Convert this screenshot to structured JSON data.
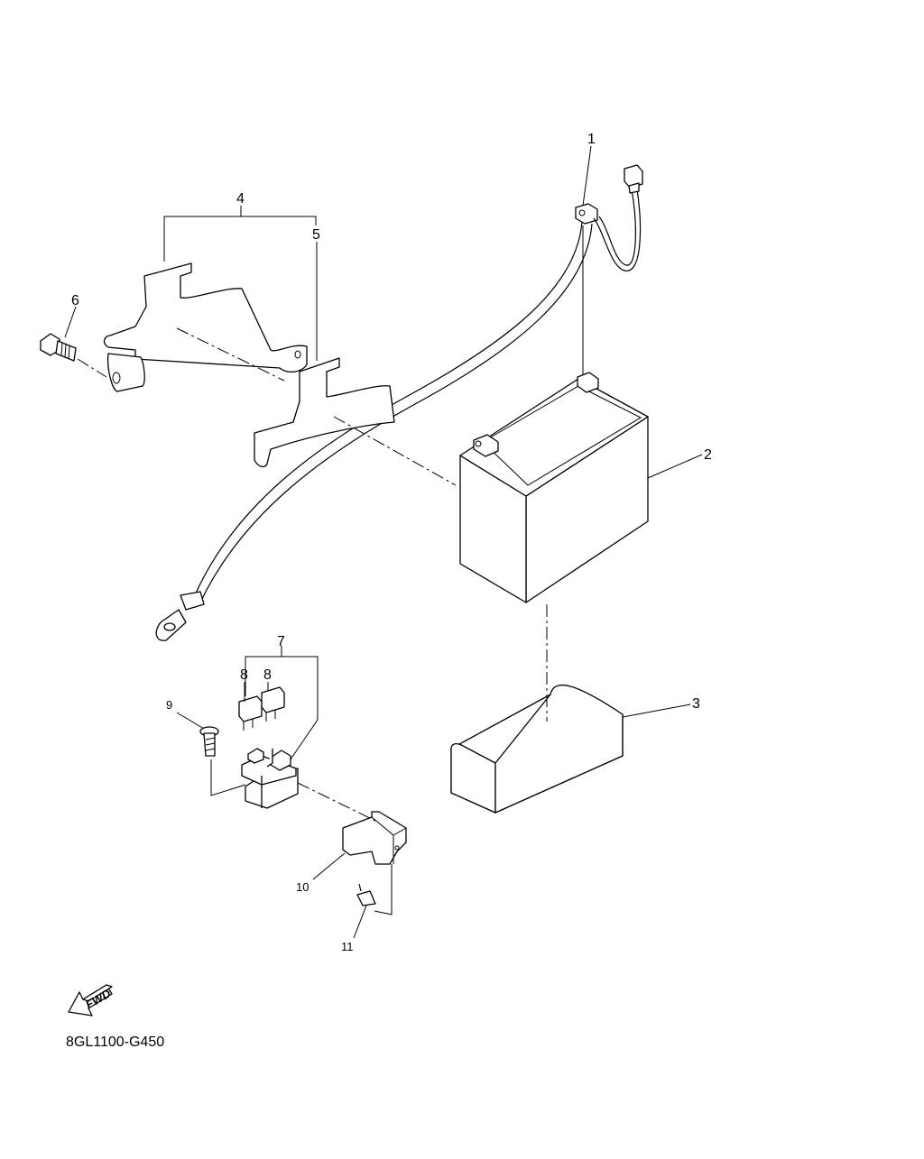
{
  "diagram": {
    "part_code": "8GL1100-G450",
    "fwd_label": "FWD",
    "callouts": {
      "c1": "1",
      "c2": "2",
      "c3": "3",
      "c4": "4",
      "c5": "5",
      "c6": "6",
      "c7": "7",
      "c8a": "8",
      "c8b": "8",
      "c9": "9",
      "c10": "10",
      "c11": "11"
    }
  }
}
